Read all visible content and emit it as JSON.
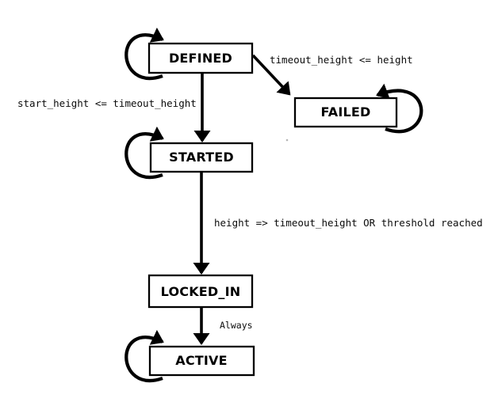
{
  "diagram": {
    "type": "state-machine",
    "colors": {
      "background": "#ffffff",
      "stroke": "#000000",
      "box_fill": "#ffffff"
    },
    "states": {
      "defined": {
        "label": "DEFINED",
        "self_loop": true
      },
      "failed": {
        "label": "FAILED",
        "self_loop": true
      },
      "started": {
        "label": "STARTED",
        "self_loop": true
      },
      "locked_in": {
        "label": "LOCKED_IN",
        "self_loop": false
      },
      "active": {
        "label": "ACTIVE",
        "self_loop": true
      }
    },
    "transitions": {
      "defined_to_failed": {
        "from": "DEFINED",
        "to": "FAILED",
        "label": "timeout_height <= height"
      },
      "defined_to_started": {
        "from": "DEFINED",
        "to": "STARTED",
        "label": "start_height <= timeout_height"
      },
      "started_to_locked_in": {
        "from": "STARTED",
        "to": "LOCKED_IN",
        "label": "height => timeout_height OR threshold reached"
      },
      "locked_in_to_active": {
        "from": "LOCKED_IN",
        "to": "ACTIVE",
        "label": "Always"
      }
    }
  }
}
